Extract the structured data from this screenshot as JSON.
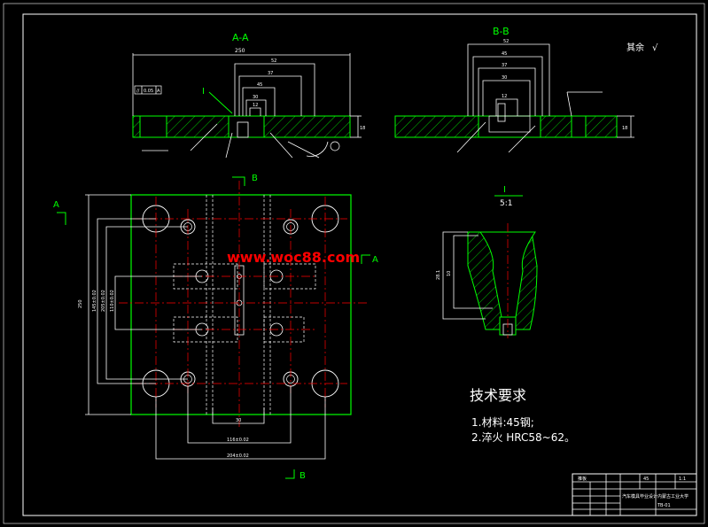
{
  "section_views": {
    "aa_label": "A-A",
    "bb_label": "B-B",
    "detail_label": "I",
    "detail_scale": "5:1",
    "roughness_note": "其余"
  },
  "view_markers": {
    "a_left": "A",
    "a_right": "A",
    "b_top": "B",
    "b_bottom": "B",
    "detail_callout": "I"
  },
  "dimensions": {
    "aa_overall": "250",
    "aa_1": "52",
    "aa_2": "37",
    "aa_3": "45",
    "aa_4": "30",
    "aa_5": "12",
    "aa_height": "18",
    "bb_1": "52",
    "bb_2": "45",
    "bb_3": "37",
    "bb_4": "30",
    "bb_5": "12",
    "bb_height": "18",
    "plan_height": "250",
    "plan_v1": "145±0.02",
    "plan_v2": "205±0.02",
    "plan_v3": "110±0.02",
    "plan_h1": "30",
    "plan_h2": "116±0.02",
    "plan_h3": "204±0.02",
    "detail_v1": "28.1",
    "detail_v2": "10",
    "tolerance_value": "0.05",
    "tolerance_datum": "A"
  },
  "watermark": "www.woc88.com",
  "requirements": {
    "title": "技术要求",
    "item1": "1.材料:45钢;",
    "item2": "2.淬火 HRC58~62。"
  },
  "title_block": {
    "part_name": "推板",
    "material": "45",
    "scale": "1:1",
    "project": "汽车模具毕业设计",
    "school": "内蒙古工业大学",
    "drawing_no": "TB-01"
  },
  "colors": {
    "background": "#000000",
    "outline": "#00ff00",
    "centerline": "#ff0000",
    "dimension": "#ffffff",
    "watermark": "#ff0000"
  }
}
